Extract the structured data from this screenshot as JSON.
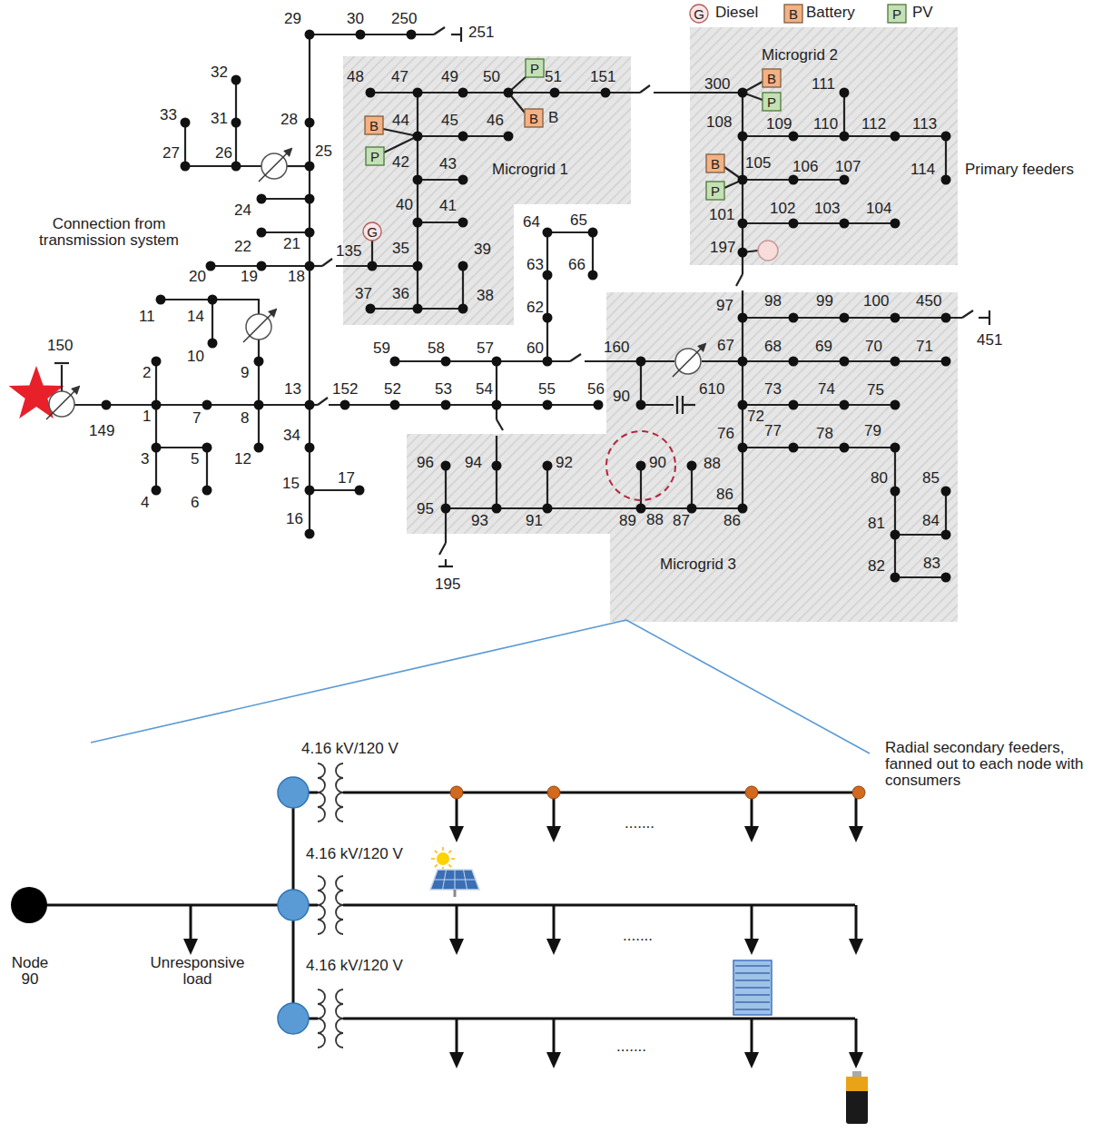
{
  "diagram": {
    "nodes": [
      {
        "text": [
          "Microgrid 1"
        ]
      },
      {
        "text": [
          "Microgrid 2"
        ]
      },
      {
        "text": [
          "Microgrid 3"
        ]
      }
    ],
    "labels": [
      "150",
      "149",
      "2",
      "1",
      "7",
      "8",
      "3",
      "4",
      "5",
      "6",
      "12",
      "9",
      "10",
      "11",
      "14",
      "13",
      "152",
      "52",
      "53",
      "54",
      "55",
      "56",
      "59",
      "58",
      "57",
      "60",
      "62",
      "63",
      "64",
      "65",
      "66",
      "160",
      "90",
      "610",
      "67",
      "34",
      "15",
      "17",
      "16",
      "18",
      "19",
      "20",
      "21",
      "22",
      "24",
      "135",
      "25",
      "28",
      "26",
      "27",
      "33",
      "31",
      "32",
      "29",
      "30",
      "250",
      "251",
      "48",
      "47",
      "49",
      "50",
      "51",
      "151",
      "B",
      "44",
      "45",
      "46",
      "42",
      "43",
      "40",
      "41",
      "35",
      "39",
      "36",
      "37",
      "38",
      "300",
      "111",
      "108",
      "109",
      "110",
      "112",
      "113",
      "114",
      "105",
      "106",
      "107",
      "101",
      "102",
      "103",
      "104",
      "197",
      "97",
      "98",
      "99",
      "100",
      "450",
      "451",
      "68",
      "69",
      "70",
      "71",
      "73",
      "74",
      "75",
      "72",
      "76",
      "77",
      "78",
      "79",
      "80",
      "85",
      "81",
      "84",
      "82",
      "83",
      "96",
      "94",
      "92",
      "90",
      "88",
      "86",
      "95",
      "93",
      "91",
      "89",
      "88",
      "87",
      "86",
      "195",
      "Connection from transmission system",
      "Primary feeders",
      "G",
      "B",
      "P",
      "P",
      "B",
      "B",
      "P",
      "B",
      "P",
      "G",
      "B",
      "P",
      "4.16 kV/120 V",
      "4.16 kV/120 V",
      "4.16 kV/120 V",
      "Node 90",
      "Unresponsive load",
      "Radial secondary feeders, fanned out to each node with consumers",
      ".......",
      ".......",
      "......."
    ],
    "legend": [
      {
        "text": "Diesel"
      },
      {
        "text": "Battery"
      },
      {
        "text": "PV"
      }
    ]
  }
}
